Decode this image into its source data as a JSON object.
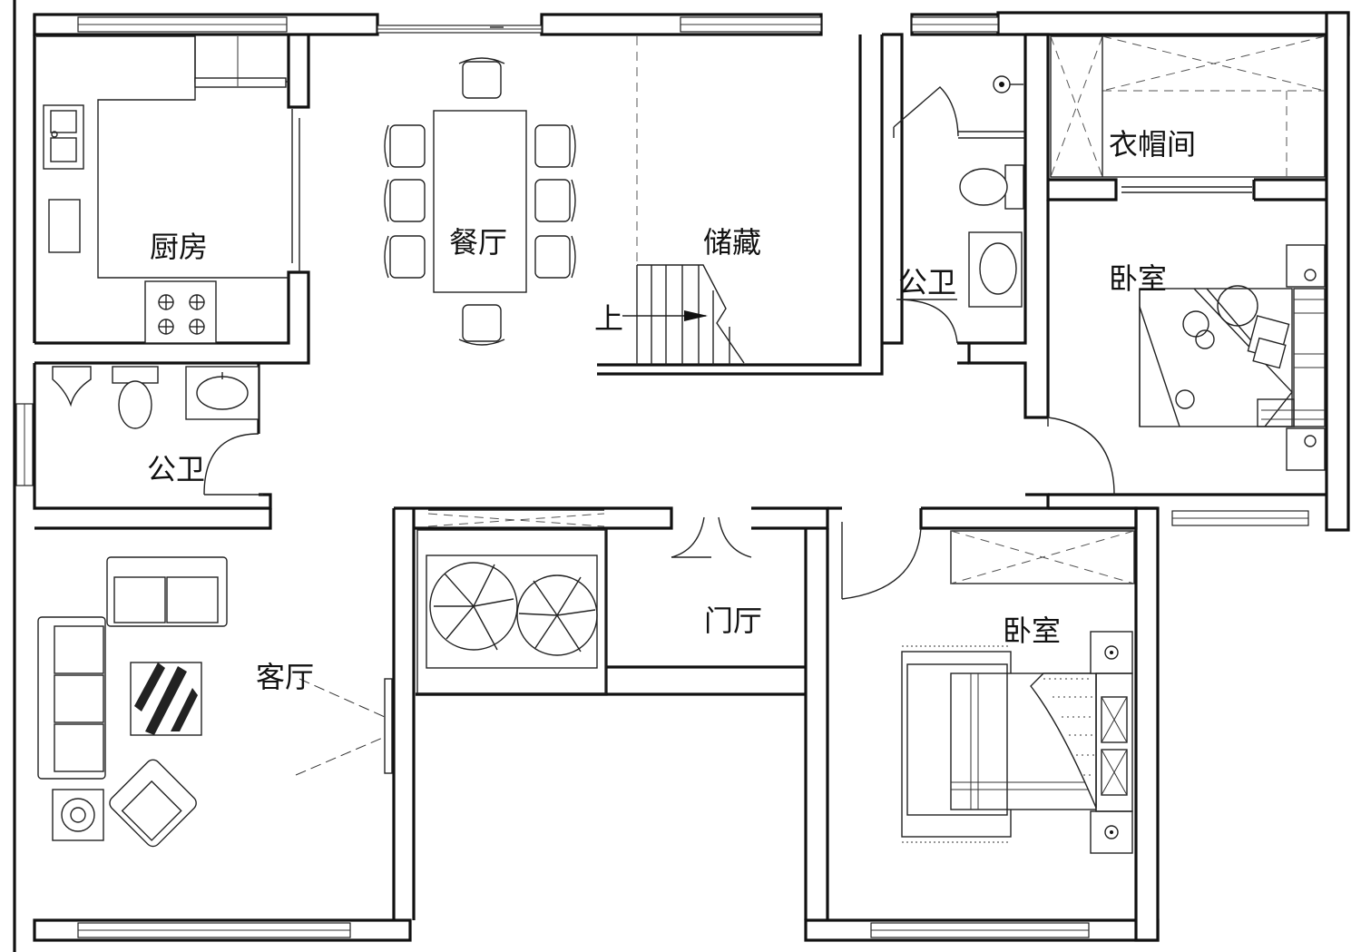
{
  "rooms": {
    "kitchen": "厨房",
    "dining": "餐厅",
    "storage": "储藏",
    "bath_right": "公卫",
    "bath_left": "公卫",
    "closet": "衣帽间",
    "bedroom_top": "卧室",
    "bedroom_bottom": "卧室",
    "foyer": "门厅",
    "living": "客厅",
    "stair_up": "上"
  },
  "colors": {
    "line": "#111111",
    "background": "#ffffff"
  }
}
